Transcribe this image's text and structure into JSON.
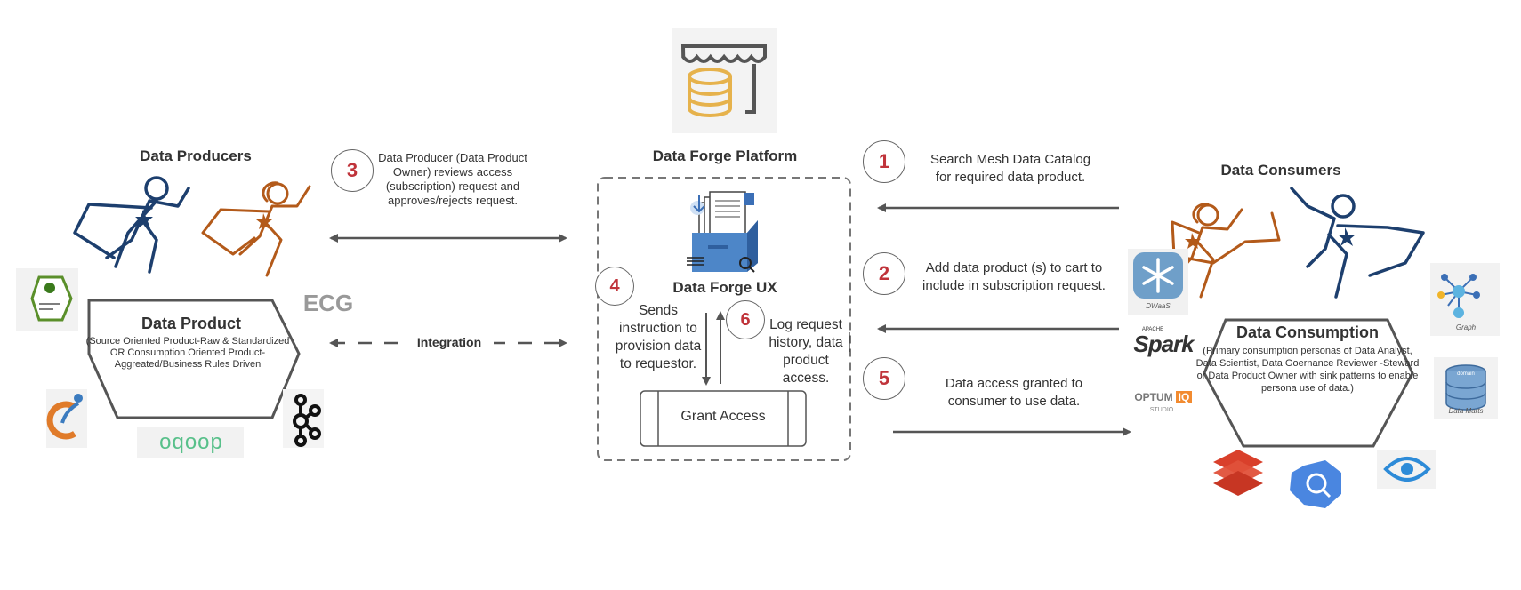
{
  "producers": {
    "title": "Data Producers",
    "product_title": "Data Product",
    "product_desc": "(Source Oriented Product-Raw & Standardized OR Consumption Oriented Product-Aggreated/Business Rules Driven",
    "ecg_label": "ECG"
  },
  "platform": {
    "title": "Data Forge Platform",
    "ux_title": "Data Forge UX",
    "grant_access": "Grant Access"
  },
  "consumers": {
    "title": "Data Consumers",
    "consumption_title": "Data Consumption",
    "consumption_desc": "(Primary consumption personas of Data Analyst, Data Scientist, Data Goernance Reviewer -Steward or Data Product Owner with sink patterns to enable persona use of data.)"
  },
  "integration_label": "Integration",
  "steps": [
    {
      "num": "1",
      "text": "Search Mesh Data Catalog for required data product."
    },
    {
      "num": "2",
      "text": "Add data product (s) to cart to include in subscription request."
    },
    {
      "num": "3",
      "text": "Data Producer (Data Product Owner) reviews access (subscription) request and approves/rejects request."
    },
    {
      "num": "4",
      "text": "Sends instruction to provision data to requestor."
    },
    {
      "num": "5",
      "text": "Data access granted to consumer to use data."
    },
    {
      "num": "6",
      "text": "Log request history, data product access."
    }
  ],
  "tool_labels": {
    "snowflake": "DWaaS",
    "spark_small": "APACHE",
    "spark": "Spark",
    "optum": "OPTUM",
    "optum_iq": "IQ",
    "studio": "STUDIO",
    "graph": "Graph",
    "marts": "Data Marts",
    "marts_domain": "domain",
    "oozie": "oqoop"
  },
  "colors": {
    "accent_red": "#c0343b",
    "navy_hero": "#1d3f6e",
    "orange_hero": "#b35a1a",
    "arrow_gray": "#555555"
  },
  "icons": [
    "store-icon",
    "file-cabinet-icon",
    "hero-icon",
    "snowflake-icon",
    "spark-icon",
    "graph-icon",
    "database-icon",
    "kafka-icon",
    "layers-icon",
    "bigquery-icon",
    "eye-icon"
  ]
}
